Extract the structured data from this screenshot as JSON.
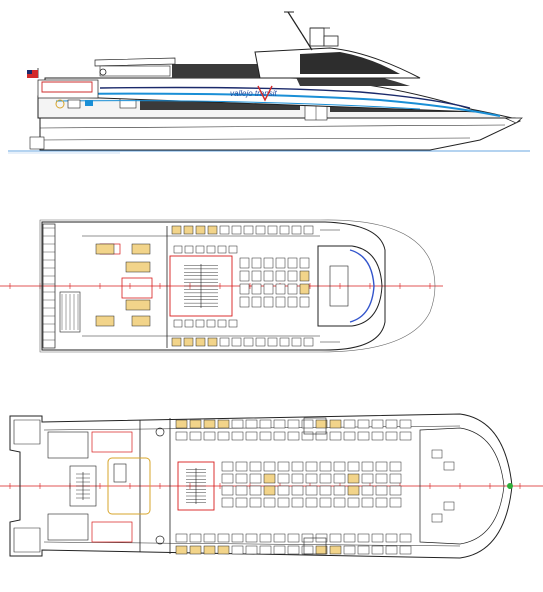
{
  "profile": {
    "livery_text": "vallejo transit",
    "colors": {
      "hull_stripe": "#1a8fd6",
      "navy": "#1b2a6b",
      "window": "#3a3a3a",
      "flag": "#d22a2a",
      "deck_line": "#cc2b2b",
      "seat_fill": "#f2d48a"
    }
  },
  "plans": [
    {
      "id": "upper-deck",
      "seat_color": "#f2d48a"
    },
    {
      "id": "main-deck",
      "seat_color": "#f2d48a"
    }
  ],
  "centerline_color": "#d81b1b"
}
